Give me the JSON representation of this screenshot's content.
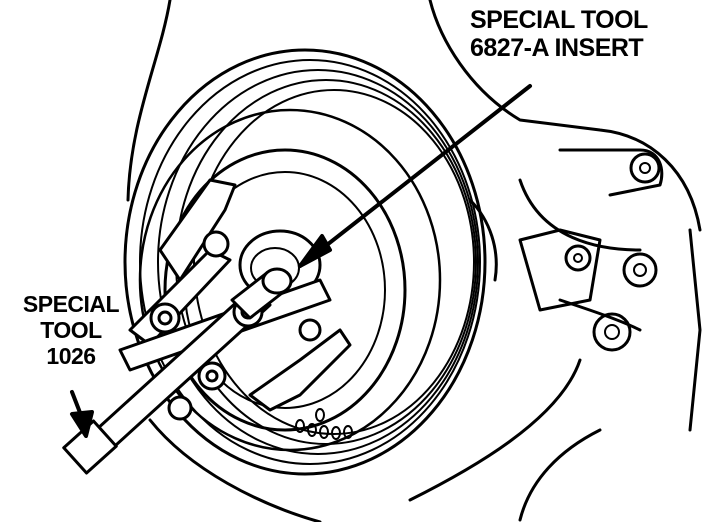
{
  "callouts": {
    "insert": {
      "line1": "SPECIAL TOOL",
      "line2": "6827-A INSERT"
    },
    "tool_1026": {
      "line1": "SPECIAL",
      "line2": "TOOL",
      "line3": "1026"
    }
  },
  "colors": {
    "ink": "#000000",
    "paper": "#ffffff"
  }
}
